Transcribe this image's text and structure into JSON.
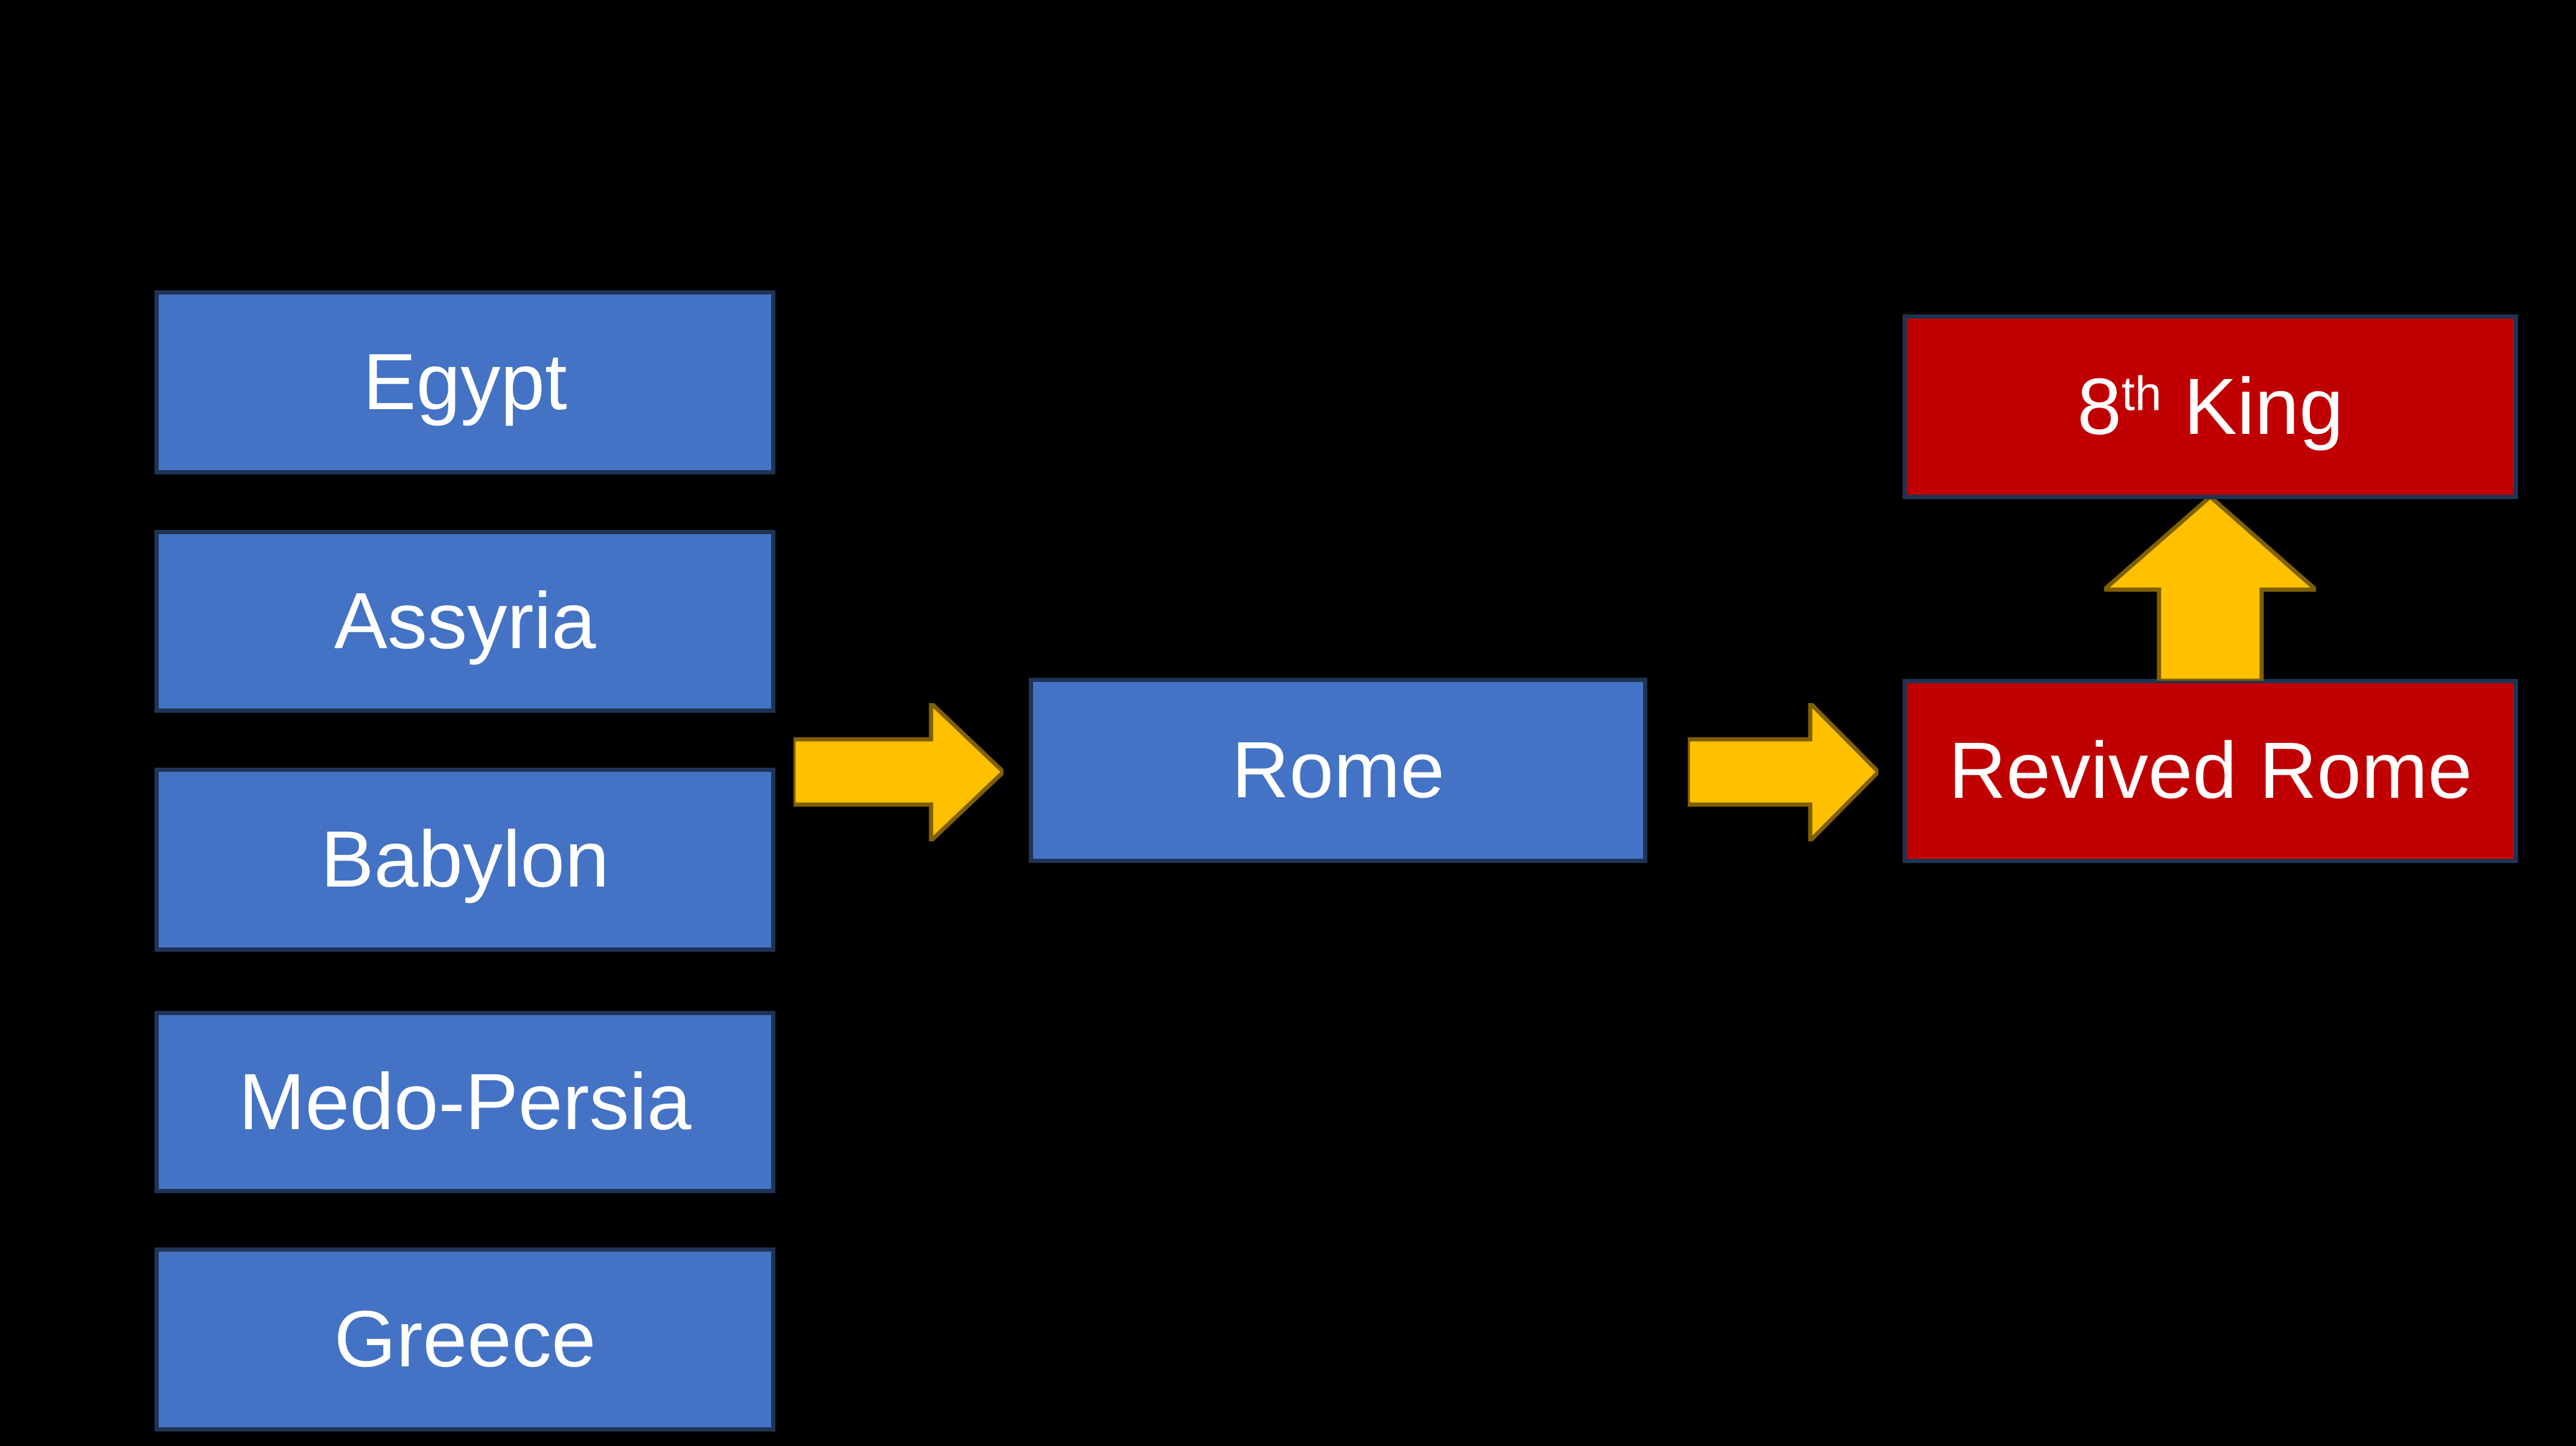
{
  "colors": {
    "bg": "#000000",
    "box_blue": "#4472C4",
    "box_red": "#C00000",
    "border_navy": "#1F3455",
    "gold": "#FFC000",
    "gold_border": "#7F6000",
    "text": "#FFFFFF"
  },
  "diagram": {
    "kingdom_boxes": [
      {
        "label": "Egypt"
      },
      {
        "label": "Assyria"
      },
      {
        "label": "Babylon"
      },
      {
        "label": "Medo-Persia"
      },
      {
        "label": "Greece"
      }
    ],
    "rome_box": {
      "label": "Rome"
    },
    "revived_rome_box": {
      "label": "Revived Rome"
    },
    "eighth_king_box": {
      "label_base": "8",
      "label_sup": "th",
      "label_rest": " King"
    },
    "arrows": [
      {
        "name": "kingdoms-to-rome",
        "direction": "right"
      },
      {
        "name": "rome-to-revived-rome",
        "direction": "right"
      },
      {
        "name": "revived-rome-to-8th-king",
        "direction": "up"
      }
    ]
  }
}
